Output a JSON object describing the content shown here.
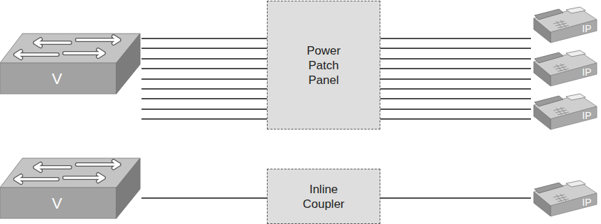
{
  "diagram": {
    "nodes": [
      {
        "text": [
          "V"
        ]
      },
      {
        "text": [
          "Power Patch Panel"
        ]
      },
      {
        "text": [
          "IP"
        ]
      },
      {
        "text": [
          "IP"
        ]
      },
      {
        "text": [
          "IP"
        ]
      },
      {
        "text": [
          "V"
        ]
      },
      {
        "text": [
          "Inline Coupler"
        ]
      },
      {
        "text": [
          "IP"
        ]
      }
    ],
    "edges": [
      {
        "from": 0,
        "to": 1,
        "arrow": "none"
      },
      {
        "from": 1,
        "to": 2,
        "arrow": "none"
      },
      {
        "from": 1,
        "to": 3,
        "arrow": "none"
      },
      {
        "from": 1,
        "to": 4,
        "arrow": "none"
      },
      {
        "from": 5,
        "to": 6,
        "arrow": "none"
      },
      {
        "from": 6,
        "to": 7,
        "arrow": "none"
      }
    ]
  }
}
